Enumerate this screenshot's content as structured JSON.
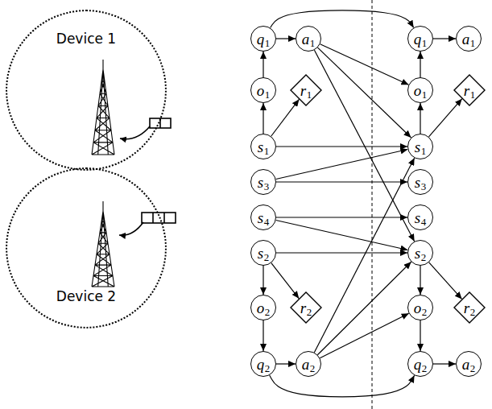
{
  "diagram": {
    "nodes": [
      {
        "text": [
          "Device 1"
        ]
      },
      {
        "text": [
          "Device 2"
        ]
      },
      {
        "text": [
          "q1"
        ]
      },
      {
        "text": [
          "a1"
        ]
      },
      {
        "text": [
          "o1"
        ]
      },
      {
        "text": [
          "r1"
        ]
      },
      {
        "text": [
          "s1"
        ]
      },
      {
        "text": [
          "s3"
        ]
      },
      {
        "text": [
          "s4"
        ]
      },
      {
        "text": [
          "s2"
        ]
      },
      {
        "text": [
          "o2"
        ]
      },
      {
        "text": [
          "r2"
        ]
      },
      {
        "text": [
          "q2"
        ]
      },
      {
        "text": [
          "a2"
        ]
      },
      {
        "text": [
          "q1"
        ]
      },
      {
        "text": [
          "a1"
        ]
      },
      {
        "text": [
          "o1"
        ]
      },
      {
        "text": [
          "r1"
        ]
      },
      {
        "text": [
          "s1"
        ]
      },
      {
        "text": [
          "s3"
        ]
      },
      {
        "text": [
          "s4"
        ]
      },
      {
        "text": [
          "s2"
        ]
      },
      {
        "text": [
          "o2"
        ]
      },
      {
        "text": [
          "r2"
        ]
      },
      {
        "text": [
          "q2"
        ]
      },
      {
        "text": [
          "a2"
        ]
      }
    ],
    "edges": [
      {
        "from": 4,
        "to": 2,
        "arrow": "to"
      },
      {
        "from": 2,
        "to": 3,
        "arrow": "to"
      },
      {
        "from": 6,
        "to": 4,
        "arrow": "to"
      },
      {
        "from": 6,
        "to": 5,
        "arrow": "to"
      },
      {
        "from": 9,
        "to": 10,
        "arrow": "to"
      },
      {
        "from": 9,
        "to": 11,
        "arrow": "to"
      },
      {
        "from": 10,
        "to": 12,
        "arrow": "to"
      },
      {
        "from": 12,
        "to": 13,
        "arrow": "to"
      },
      {
        "from": 2,
        "to": 14,
        "arrow": "to"
      },
      {
        "from": 3,
        "to": 16,
        "arrow": "to"
      },
      {
        "from": 3,
        "to": 18,
        "arrow": "to"
      },
      {
        "from": 3,
        "to": 21,
        "arrow": "to"
      },
      {
        "from": 6,
        "to": 18,
        "arrow": "to"
      },
      {
        "from": 7,
        "to": 18,
        "arrow": "to"
      },
      {
        "from": 7,
        "to": 19,
        "arrow": "to"
      },
      {
        "from": 8,
        "to": 20,
        "arrow": "to"
      },
      {
        "from": 8,
        "to": 21,
        "arrow": "to"
      },
      {
        "from": 9,
        "to": 21,
        "arrow": "to"
      },
      {
        "from": 13,
        "to": 18,
        "arrow": "to"
      },
      {
        "from": 13,
        "to": 21,
        "arrow": "to"
      },
      {
        "from": 13,
        "to": 22,
        "arrow": "to"
      },
      {
        "from": 12,
        "to": 24,
        "arrow": "to"
      },
      {
        "from": 16,
        "to": 14,
        "arrow": "to"
      },
      {
        "from": 14,
        "to": 15,
        "arrow": "to"
      },
      {
        "from": 18,
        "to": 16,
        "arrow": "to"
      },
      {
        "from": 18,
        "to": 17,
        "arrow": "to"
      },
      {
        "from": 21,
        "to": 22,
        "arrow": "to"
      },
      {
        "from": 21,
        "to": 23,
        "arrow": "to"
      },
      {
        "from": 22,
        "to": 24,
        "arrow": "to"
      },
      {
        "from": 24,
        "to": 25,
        "arrow": "to"
      }
    ]
  }
}
